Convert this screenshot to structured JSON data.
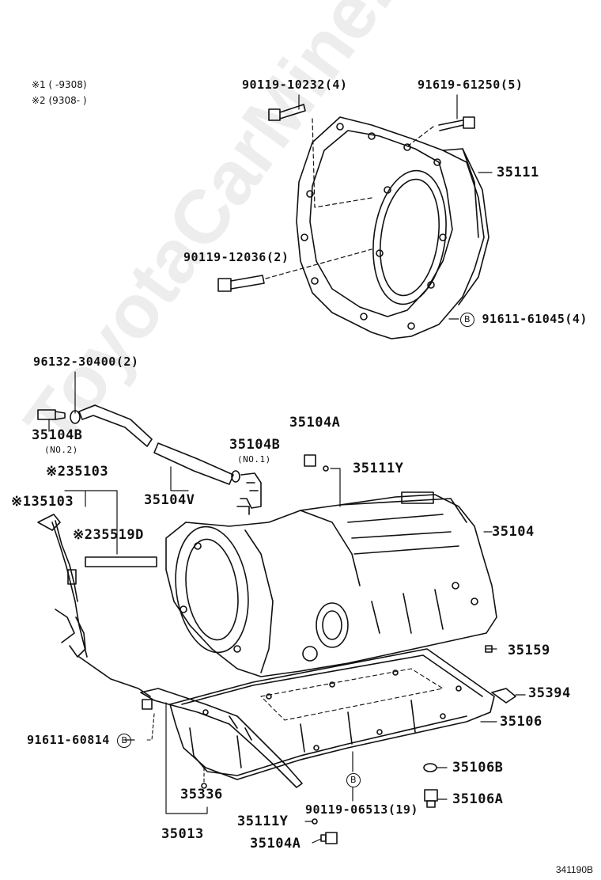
{
  "notes": {
    "n1": "※1 (     -9308)",
    "n2": "※2 (9308-     )"
  },
  "labels": {
    "bolt_top_left": "90119-10232(4)",
    "bolt_top_right": "91619-61250(5)",
    "housing": "35111",
    "bolt_mid": "90119-12036(2)",
    "bolt_bottom": "91611-61045(4)",
    "clip": "96132-30400(2)",
    "breather_no2": "35104B",
    "breather_no2_sub": "(NO.2)",
    "plug_top": "35104A",
    "gasket_top": "35111Y",
    "breather_no1": "35104B",
    "breather_no1_sub": "(NO.1)",
    "dipstick_2": "※235103",
    "dipstick_1": "※135103",
    "label_2": "※235519D",
    "hose": "35104V",
    "case": "35104",
    "plug_side": "35159",
    "magnet": "35394",
    "pan": "35106",
    "pan_bolt": "91611-60814",
    "gasket_pan": "35106B",
    "drain_plug": "35106A",
    "oring": "35336",
    "tube": "35013",
    "pan_screw": "90119-06513(19)",
    "gasket_bottom": "35111Y",
    "plug_bottom": "35104A",
    "callout_b": "B"
  },
  "figure_id": "341190B",
  "watermark": "ToyotaCarMine.ru"
}
